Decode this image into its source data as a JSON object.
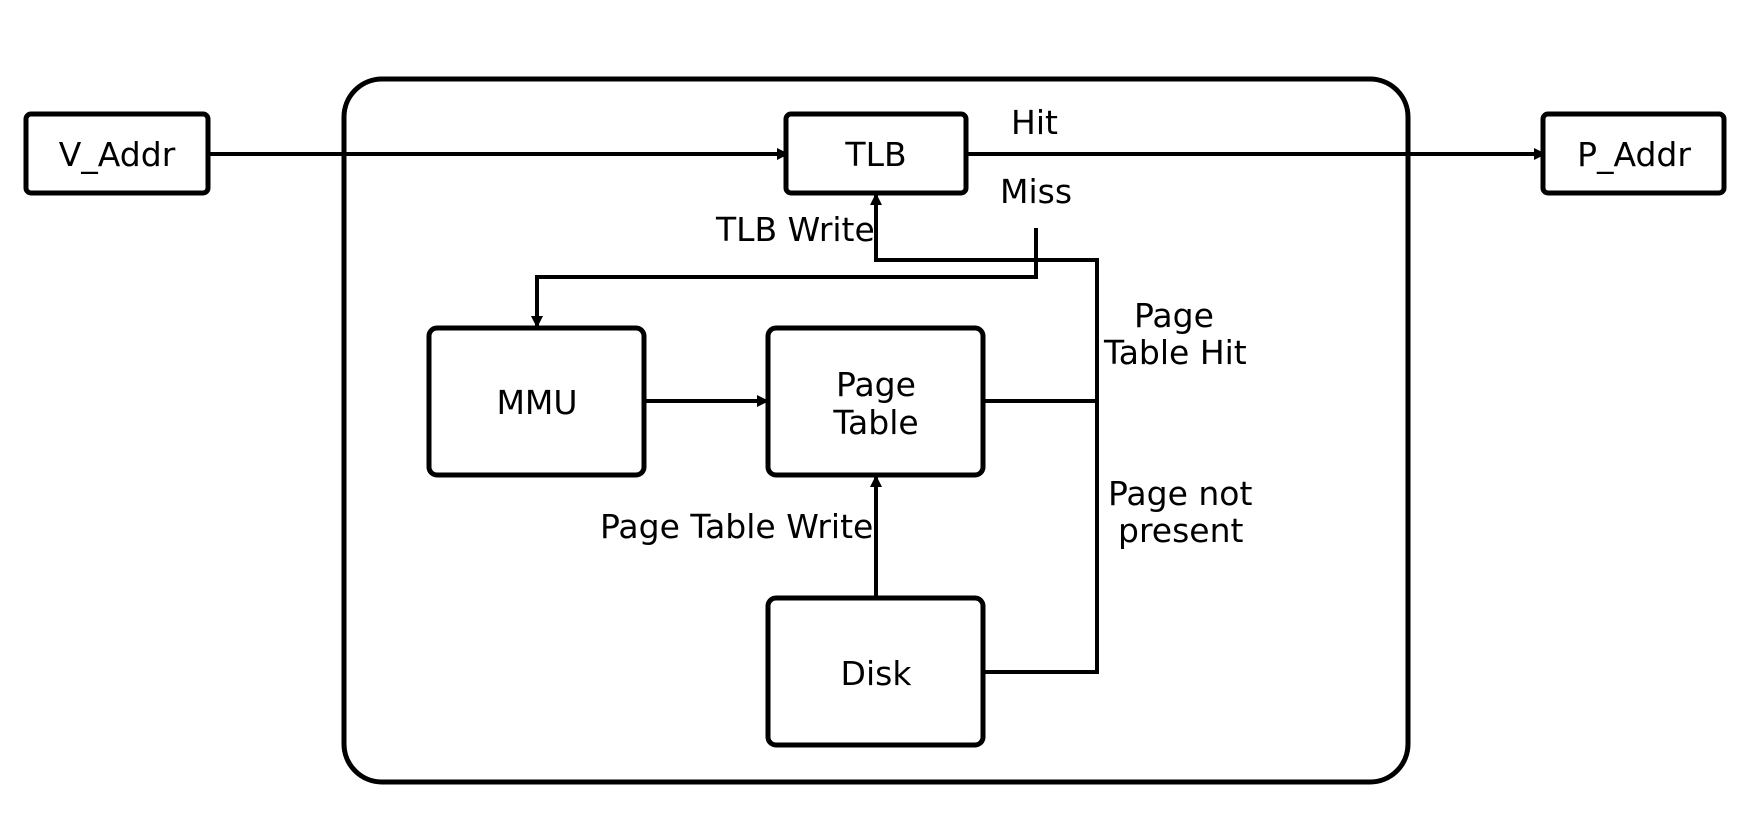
{
  "nodes": {
    "v_addr": "V_Addr",
    "p_addr": "P_Addr",
    "tlb": "TLB",
    "mmu": "MMU",
    "page_table": [
      "Page",
      "Table"
    ],
    "disk": "Disk"
  },
  "edge_labels": {
    "hit": "Hit",
    "miss": "Miss",
    "tlb_write": "TLB Write",
    "page_table_hit": [
      "Page",
      "Table Hit"
    ],
    "page_not_present": [
      "Page not",
      "present"
    ],
    "page_table_write": "Page Table Write"
  },
  "colors": {
    "stroke": "#000000",
    "background": "#ffffff"
  }
}
